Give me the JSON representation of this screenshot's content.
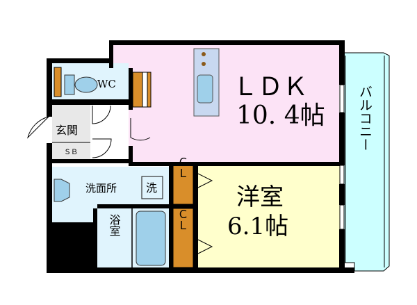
{
  "rooms": {
    "ldk": {
      "name": "ＬＤＫ",
      "size": "10. 4帖"
    },
    "western": {
      "name": "洋室",
      "size": "6.1帖"
    },
    "wc": {
      "name": "WC"
    },
    "entrance": {
      "name": "玄関"
    },
    "shoe_box": {
      "name": "ＳＢ"
    },
    "washroom": {
      "name": "洗面所"
    },
    "washer": {
      "name": "洗"
    },
    "bath": {
      "name": "浴室"
    },
    "closet1": {
      "name": "ＣＬ"
    },
    "closet2": {
      "name": "ＣＬ"
    },
    "balcony": {
      "name": "バルコニー"
    }
  },
  "colors": {
    "ldk": "#fce3f6",
    "western": "#ffffcc",
    "wet_area": "#e0f4fd",
    "balcony": "#ccffff",
    "closet": "#d98e2a",
    "wall": "#000000"
  }
}
